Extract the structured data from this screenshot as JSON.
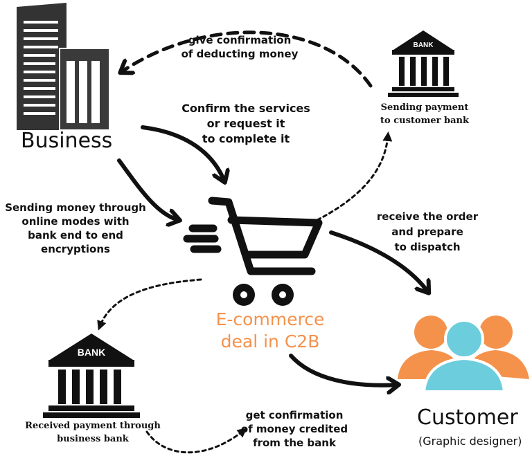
{
  "labels": {
    "business": "Business",
    "customer": "Customer",
    "customer_sub": "(Graphic designer)",
    "center_line1": "E-commerce",
    "center_line2": "deal in C2B",
    "bank_top": "BANK",
    "bank_bottom": "BANK"
  },
  "steps": {
    "give_confirmation": [
      "give confirmation",
      "of deducting money"
    ],
    "confirm_services": [
      "Confirm the services",
      "or request it",
      "to complete it"
    ],
    "sending_payment": [
      "Sending  payment",
      "to customer  bank"
    ],
    "sending_money": [
      "Sending money  through",
      "online modes with",
      "bank end to end",
      "encryptions"
    ],
    "receive_order": [
      "receive the order",
      "and prepare",
      "to dispatch"
    ],
    "received_payment": [
      "Received payment through",
      "business bank"
    ],
    "get_confirmation": [
      "get confirmation",
      "of money credited",
      "from the bank"
    ]
  },
  "colors": {
    "orange": "#f4924c",
    "blue": "#6ccddd",
    "dark": "#111111",
    "building": "#333333"
  },
  "icons": [
    "building-icon",
    "bank-icon",
    "shopping-cart-icon",
    "customer-group-icon"
  ]
}
